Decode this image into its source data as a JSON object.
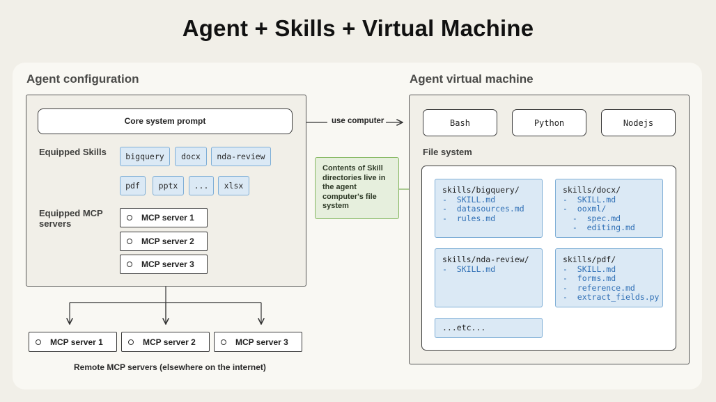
{
  "title": "Agent + Skills + Virtual Machine",
  "agent_config": {
    "heading": "Agent configuration",
    "core_prompt": "Core system prompt",
    "skills_label": "Equipped Skills",
    "skills": [
      "bigquery",
      "docx",
      "nda-review",
      "pdf",
      "pptx",
      "...",
      "xlsx"
    ],
    "mcp_label": "Equipped MCP servers",
    "mcp_servers": [
      "MCP server 1",
      "MCP server 2",
      "MCP server 3"
    ]
  },
  "connector": {
    "use_computer": "use computer",
    "note": "Contents of Skill directories live in the agent computer's file system"
  },
  "remote": {
    "servers": [
      "MCP server 1",
      "MCP server 2",
      "MCP server 3"
    ],
    "caption": "Remote MCP servers (elsewhere on the internet)"
  },
  "vm": {
    "heading": "Agent virtual machine",
    "runtimes": [
      "Bash",
      "Python",
      "Nodejs"
    ],
    "fs_label": "File system",
    "dirs": [
      {
        "name": "skills/bigquery/",
        "files": [
          "-  SKILL.md",
          "-  datasources.md",
          "-  rules.md"
        ]
      },
      {
        "name": "skills/docx/",
        "files": [
          "-  SKILL.md",
          "-  ooxml/",
          "  -  spec.md",
          "  -  editing.md"
        ]
      },
      {
        "name": "skills/nda-review/",
        "files": [
          "-  SKILL.md"
        ]
      },
      {
        "name": "skills/pdf/",
        "files": [
          "-  SKILL.md",
          "-  forms.md",
          "-  reference.md",
          "-  extract_fields.py"
        ]
      }
    ],
    "etc": "...etc..."
  },
  "colors": {
    "background": "#f1efe8",
    "panel": "#f9f8f3",
    "skill_fill": "#dbe9f5",
    "skill_border": "#7eaed6",
    "file_text": "#2f6fb5",
    "note_fill": "#e6efdd",
    "note_border": "#86b862"
  }
}
